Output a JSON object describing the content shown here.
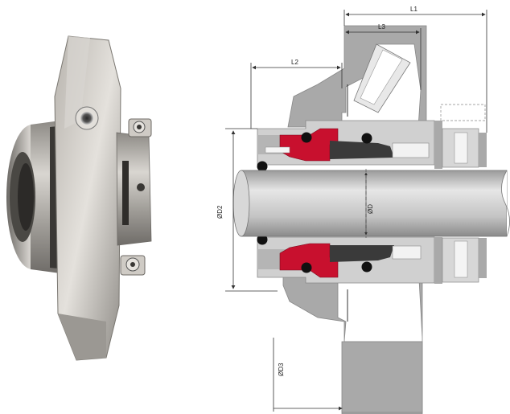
{
  "dimensions": {
    "l1": "L1",
    "l2": "L2",
    "l3": "L3",
    "bd": "ØD",
    "bd2": "ØD2",
    "bd3": "ØD3"
  },
  "colors": {
    "background": "#ffffff",
    "housing": "#a9a9a9",
    "shaft": "#c9c9c9",
    "rotating_face": "#c8102e",
    "stationary_face": "#3a3a3a",
    "o_ring": "#111111",
    "steel": "#b9b6b1"
  },
  "icons": {
    "photo": "cartridge-seal-photo-icon",
    "socket_screw": "socket-screw-icon"
  }
}
